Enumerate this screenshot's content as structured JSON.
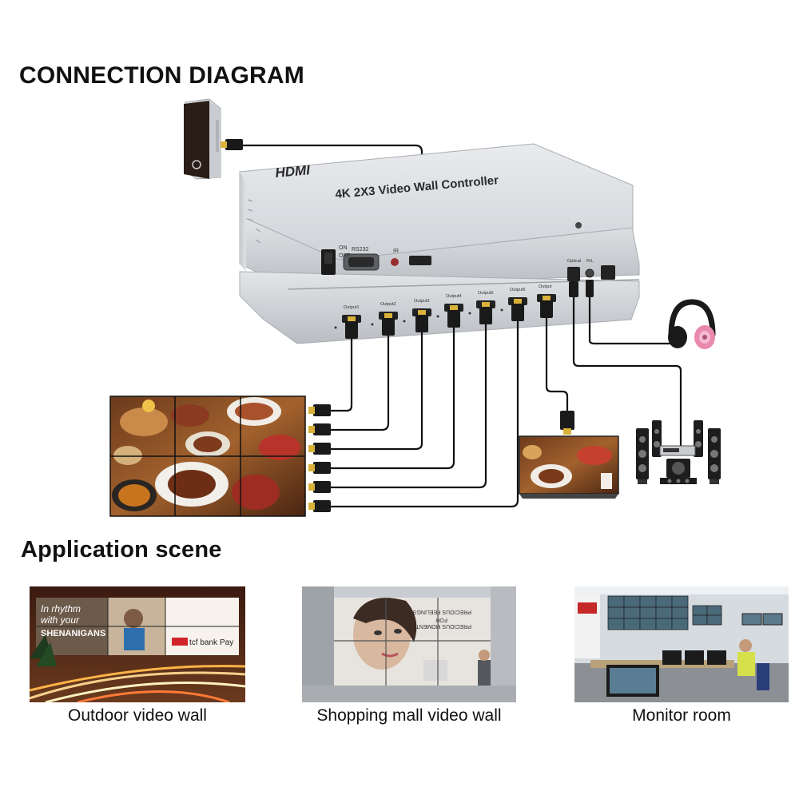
{
  "headings": {
    "connection": "CONNECTION DIAGRAM",
    "application": "Application scene"
  },
  "device": {
    "brand": "HDMI",
    "model": "4K 2X3 Video Wall Controller",
    "power_on": "ON",
    "power_off": "OFF",
    "rs232": "RS232",
    "ir": "IR",
    "ports": [
      "Output1",
      "Output2",
      "Output3",
      "Output4",
      "Output5",
      "Output6",
      "Output"
    ],
    "audio_ports": [
      "Optical",
      "R/L"
    ]
  },
  "scene_images": {
    "outdoor_text_1": "In rhythm",
    "outdoor_text_2": "with your",
    "outdoor_text_3": "SHENANIGANS",
    "outdoor_brand": "tcf bank",
    "outdoor_pay": "Pay",
    "mall_text_1": "PRECIOUS FEELINGS",
    "mall_text_2": "FOR",
    "mall_text_3": "PRECIOUS MOMENT"
  },
  "scenes": [
    {
      "caption": "Outdoor video wall"
    },
    {
      "caption": "Shopping mall video wall"
    },
    {
      "caption": "Monitor room"
    }
  ],
  "colors": {
    "cable": "#111111",
    "hdmi_gold": "#d9b23a",
    "device_body": "#d6d9dc",
    "headphone_pink": "#e889ad"
  }
}
